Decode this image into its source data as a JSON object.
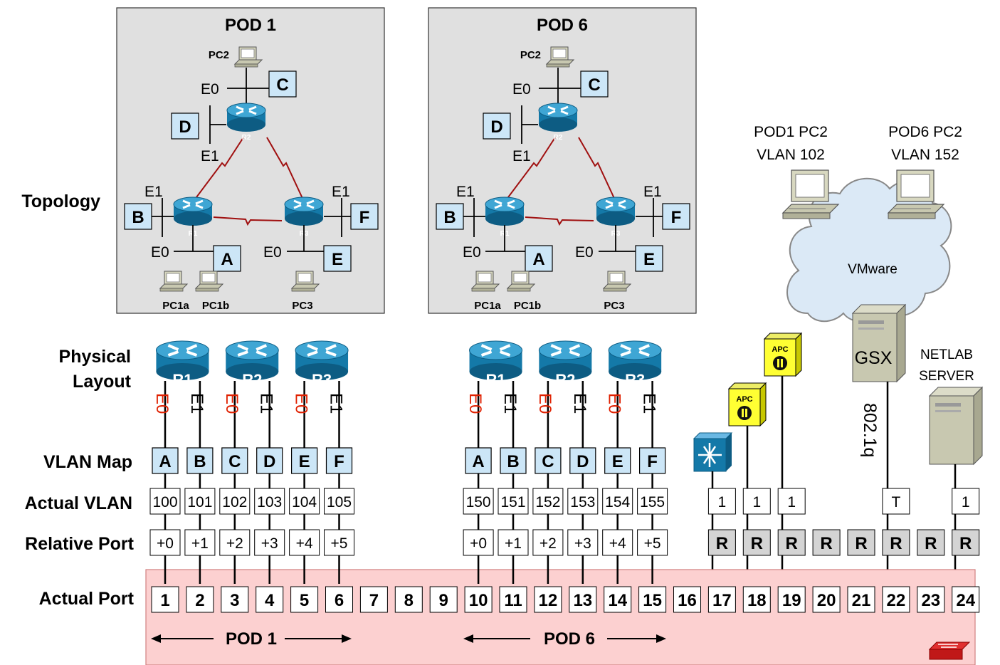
{
  "row_labels": {
    "topology": "Topology",
    "physical_1": "Physical",
    "physical_2": "Layout",
    "vlan_map": "VLAN Map",
    "actual_vlan": "Actual VLAN",
    "relative_port": "Relative Port",
    "actual_port": "Actual Port"
  },
  "pods": [
    {
      "title": "POD 1",
      "pc2": "PC2",
      "pc1a": "PC1a",
      "pc1b": "PC1b",
      "pc3": "PC3",
      "letters": [
        "A",
        "B",
        "C",
        "D",
        "E",
        "F"
      ],
      "r1": "R1",
      "r2": "R2",
      "r3": "R3",
      "e0": "E0",
      "e1": "E1"
    },
    {
      "title": "POD 6",
      "pc2": "PC2",
      "pc1a": "PC1a",
      "pc1b": "PC1b",
      "pc3": "PC3",
      "letters": [
        "A",
        "B",
        "C",
        "D",
        "E",
        "F"
      ],
      "r1": "R1",
      "r2": "R2",
      "r3": "R3",
      "e0": "E0",
      "e1": "E1"
    }
  ],
  "physical": {
    "pod1_routers": [
      "R1",
      "R2",
      "R3"
    ],
    "pod6_routers": [
      "R1",
      "R2",
      "R3"
    ],
    "iface_labels": [
      "E0",
      "E1",
      "E0",
      "E1",
      "E0",
      "E1"
    ]
  },
  "vlan_map": {
    "pod1": [
      "A",
      "B",
      "C",
      "D",
      "E",
      "F"
    ],
    "pod6": [
      "A",
      "B",
      "C",
      "D",
      "E",
      "F"
    ]
  },
  "actual_vlan": {
    "pod1": [
      "100",
      "101",
      "102",
      "103",
      "104",
      "105"
    ],
    "pod6": [
      "150",
      "151",
      "152",
      "153",
      "154",
      "155"
    ],
    "right": [
      "1",
      "1",
      "1",
      "T",
      "1"
    ]
  },
  "relative_port": {
    "pod1": [
      "+0",
      "+1",
      "+2",
      "+3",
      "+4",
      "+5"
    ],
    "pod6": [
      "+0",
      "+1",
      "+2",
      "+3",
      "+4",
      "+5"
    ],
    "reserved": [
      "R",
      "R",
      "R",
      "R",
      "R",
      "R",
      "R",
      "R"
    ]
  },
  "actual_ports": [
    "1",
    "2",
    "3",
    "4",
    "5",
    "6",
    "7",
    "8",
    "9",
    "10",
    "11",
    "12",
    "13",
    "14",
    "15",
    "16",
    "17",
    "18",
    "19",
    "20",
    "21",
    "22",
    "23",
    "24"
  ],
  "switch_labels": {
    "pod1": "POD 1",
    "pod6": "POD 6"
  },
  "right_side": {
    "pod1_pc2_1": "POD1 PC2",
    "pod1_pc2_2": "VLAN 102",
    "pod6_pc2_1": "POD6 PC2",
    "pod6_pc2_2": "VLAN 152",
    "cloud": "VMware",
    "gsx": "GSX",
    "trunk": "802.1q",
    "apc": "APC",
    "netlab_1": "NETLAB",
    "netlab_2": "SERVER"
  },
  "colors": {
    "pod_bg": "#e0e0e0",
    "letter_box": "#cce6f7",
    "switch_bg": "#fcd0d0",
    "router": "#1479a8",
    "serial": "#a01010",
    "e0": "#e02000",
    "apc": "#ffff33"
  }
}
